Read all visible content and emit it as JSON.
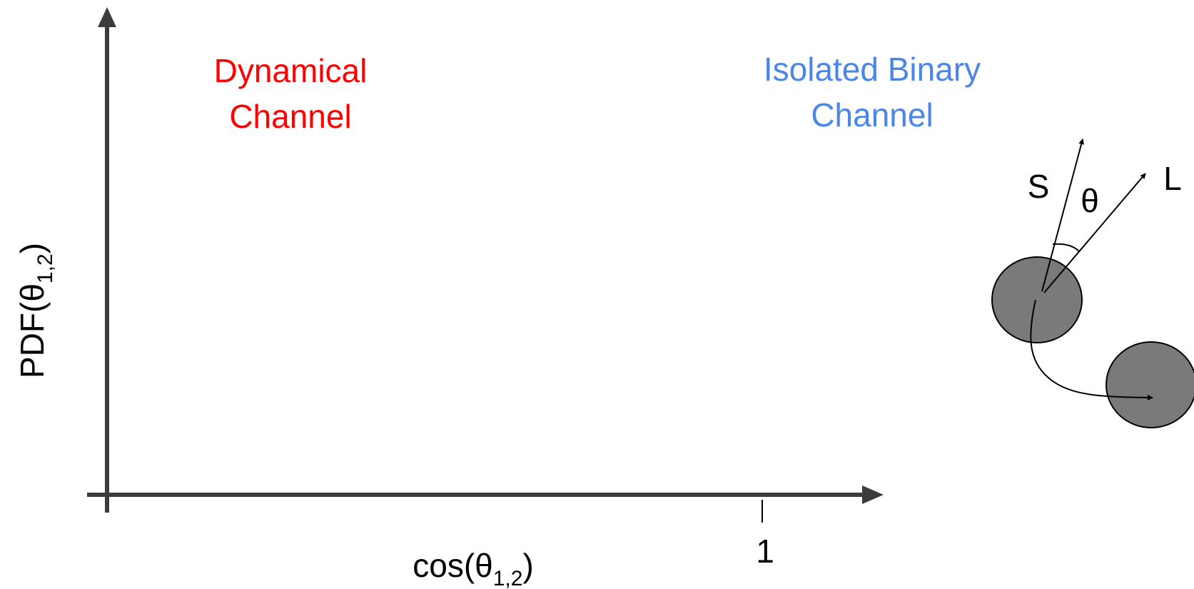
{
  "axes": {
    "x_label_prefix": "cos(θ",
    "x_label_sub": "1,2",
    "x_label_suffix": ")",
    "y_label_prefix": "PDF(θ",
    "y_label_sub": "1,2",
    "y_label_suffix": ")",
    "x_tick_label": "1"
  },
  "channels": {
    "dynamical": {
      "line1": "Dynamical",
      "line2": "Channel",
      "color": "#ff0000"
    },
    "isolated": {
      "line1": "Isolated Binary",
      "line2": "Channel",
      "color": "#4a86e8"
    }
  },
  "binary_sketch": {
    "spin_label": "S",
    "angle_label": "θ",
    "orbital_label": "L",
    "body_color": "#7a7a7a"
  },
  "colors": {
    "axis": "#3c3c3c",
    "text": "#000000"
  }
}
